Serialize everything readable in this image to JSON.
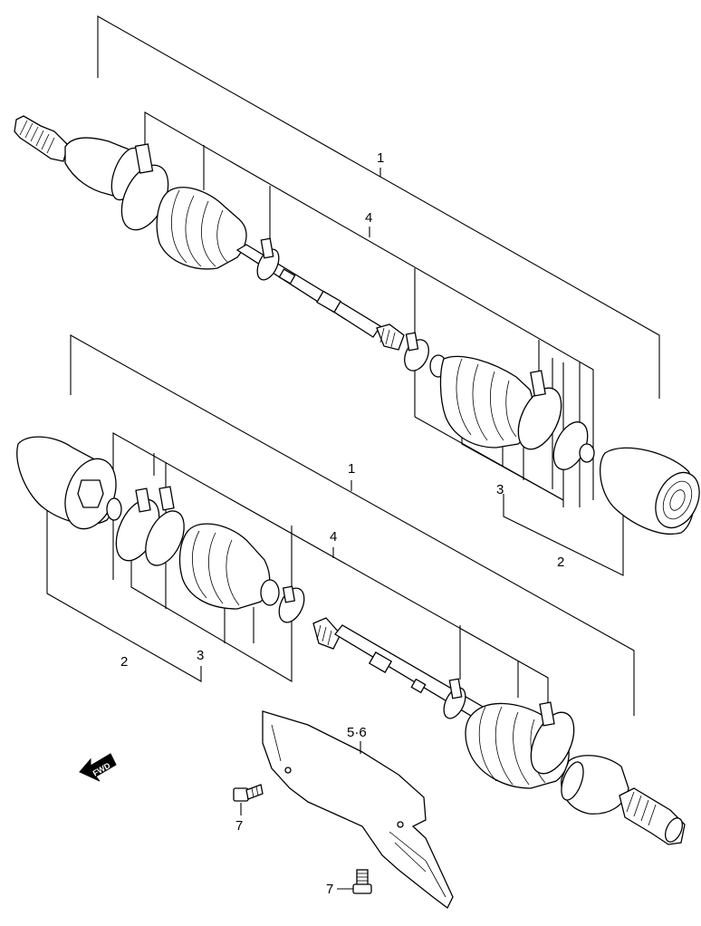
{
  "diagram": {
    "kind": "exploded parts diagram",
    "subject": "front drive shaft assemblies",
    "callouts": {
      "upper_shaft_assembly": "1",
      "upper_joint_set": "4",
      "upper_outer_boot_set": "3",
      "upper_outer_joint": "2",
      "lower_shaft_assembly": "1",
      "lower_joint_set": "4",
      "lower_inner_joint": "2",
      "lower_inner_boot_set": "3",
      "heat_shield": "5·6",
      "bolt_upper": "7",
      "bolt_lower": "7"
    },
    "direction_arrow": {
      "label": "FWD",
      "icon": "fwd-arrow-icon"
    }
  }
}
